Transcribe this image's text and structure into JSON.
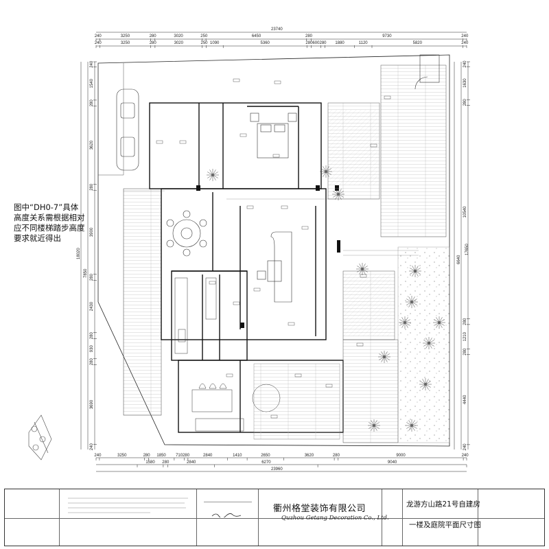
{
  "dims": {
    "top_total": "23740",
    "top_row1": [
      "240",
      "3250",
      "280",
      "3020",
      "250",
      "6450",
      "280",
      "9730",
      "240"
    ],
    "top_row2": [
      "240",
      "3250",
      "280",
      "3020",
      "250",
      "1090",
      "5360",
      "280",
      "600",
      "280",
      "1880",
      "1120",
      "5820",
      "240"
    ],
    "bottom_row1": [
      "240",
      "3250",
      "280",
      "1850",
      "710",
      "280",
      "2840",
      "1410",
      "2650",
      "3620",
      "280",
      "9000",
      "240"
    ],
    "bottom_row2": [
      "1580",
      "280",
      "2840",
      "6270",
      "9040"
    ],
    "bottom_total": "23960",
    "left_row1": [
      "240",
      "1540",
      "280",
      "3620",
      "280",
      "3900",
      "280",
      "2430",
      "280",
      "930",
      "280",
      "3690",
      "240"
    ],
    "left_total": "18020",
    "left_mid": "7850",
    "right_row1": [
      "240",
      "1630",
      "280",
      "10540",
      "280",
      "1210",
      "280",
      "4440",
      "240"
    ],
    "right_mid": [
      "6640"
    ],
    "right_total": "17650"
  },
  "note": {
    "lines": [
      "图中“DH0-7”具体",
      "高度关系需根据相对",
      "应不同楼梯踏步高度",
      "要求就近得出"
    ]
  },
  "title_block": {
    "company_cn": "衢州格堂装饰有限公司",
    "company_en": "Quzhou Getang Decoration Co., Ltd.",
    "project": "龙游方山路21号自建房",
    "drawing_name": "一楼及庭院平面尺寸图"
  },
  "colors": {
    "line": "#222222",
    "wall": "#111111",
    "hatch": "#999999"
  }
}
